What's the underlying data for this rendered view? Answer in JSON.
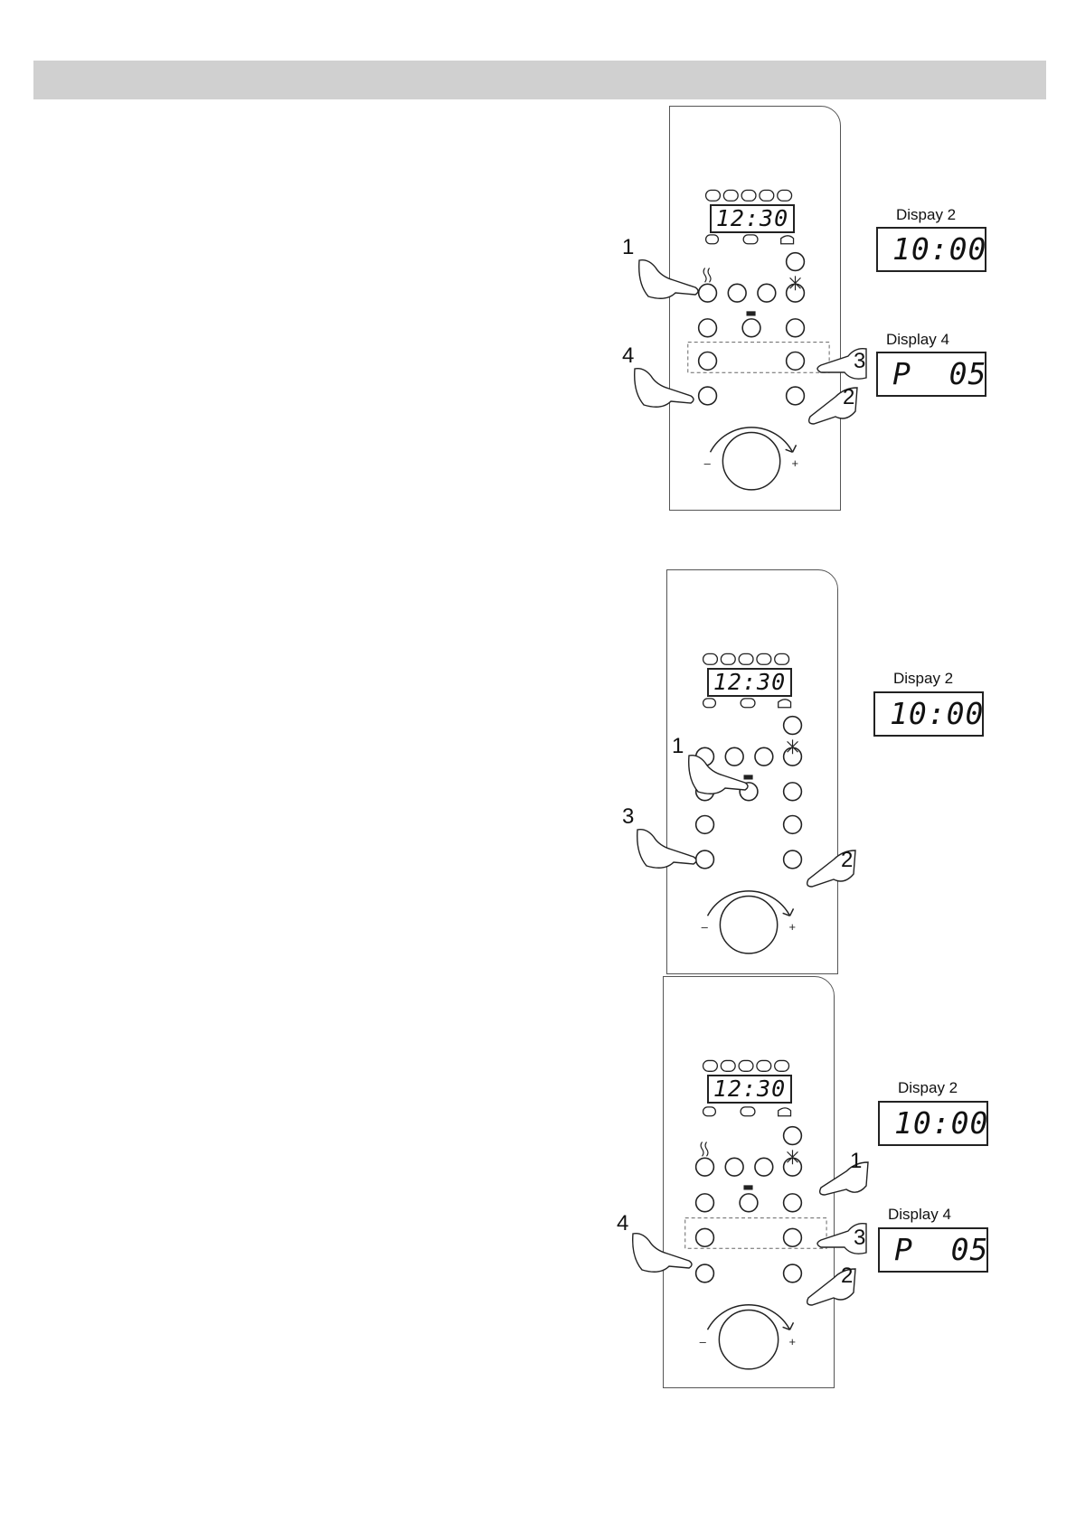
{
  "panel": {
    "clock": "12:30",
    "dial_minus": "–",
    "dial_plus": "+"
  },
  "sections": [
    {
      "displays": [
        {
          "label": "Dispay 2",
          "value": "10:00"
        },
        {
          "label": "Display 4",
          "value": "P  05"
        }
      ],
      "steps": [
        "1",
        "4",
        "3",
        "2"
      ]
    },
    {
      "displays": [
        {
          "label": "Dispay 2",
          "value": "10:00"
        }
      ],
      "steps": [
        "1",
        "3",
        "2"
      ]
    },
    {
      "displays": [
        {
          "label": "Dispay 2",
          "value": "10:00"
        },
        {
          "label": "Display 4",
          "value": "P  05"
        }
      ],
      "steps": [
        "1",
        "4",
        "3",
        "2"
      ]
    }
  ]
}
